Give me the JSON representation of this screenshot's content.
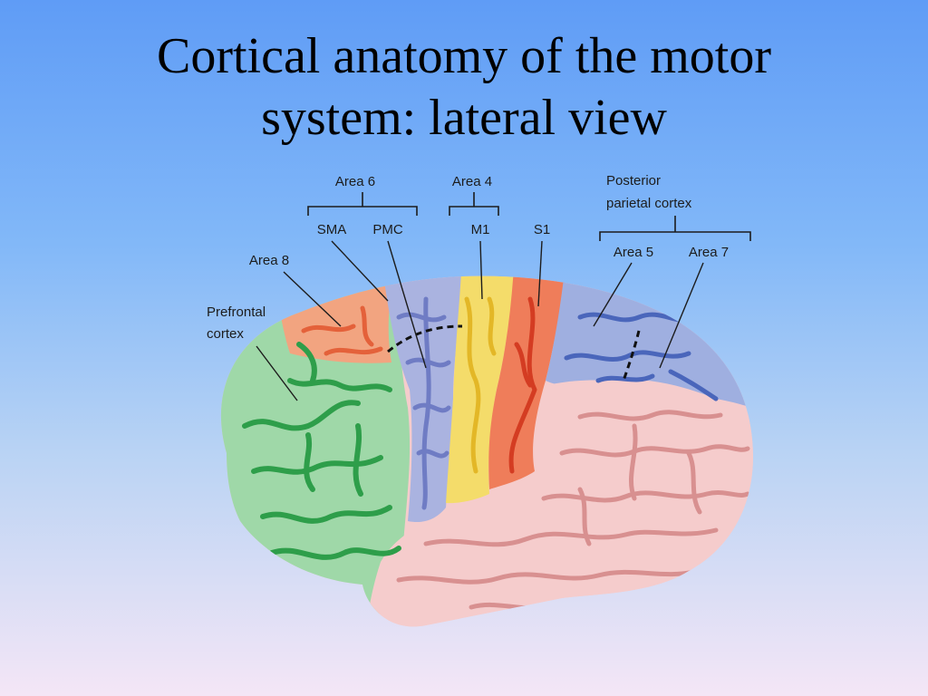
{
  "title": {
    "line1": "Cortical anatomy of the motor",
    "line2": "system: lateral view"
  },
  "labels": {
    "area6": "Area 6",
    "sma": "SMA",
    "pmc": "PMC",
    "area4": "Area 4",
    "m1": "M1",
    "s1": "S1",
    "posterior_parietal_line1": "Posterior",
    "posterior_parietal_line2": "parietal cortex",
    "area5": "Area 5",
    "area7": "Area 7",
    "area8": "Area 8",
    "prefrontal_line1": "Prefrontal",
    "prefrontal_line2": "cortex"
  },
  "colors": {
    "prefrontal": "#9fd8a8",
    "prefrontal_sulci": "#2e9e4a",
    "area8": "#f2a480",
    "area8_sulci": "#e4613a",
    "area6": "#aab3e0",
    "area6_sulci": "#6f7cc4",
    "m1": "#f4dc6a",
    "m1_sulci": "#e3b727",
    "s1": "#ef7d5a",
    "s1_sulci": "#d43c22",
    "parietal": "#9fafe0",
    "parietal_sulci": "#4a66bb",
    "temporal_occipital": "#f5cccc",
    "temporal_sulci": "#d89090"
  }
}
